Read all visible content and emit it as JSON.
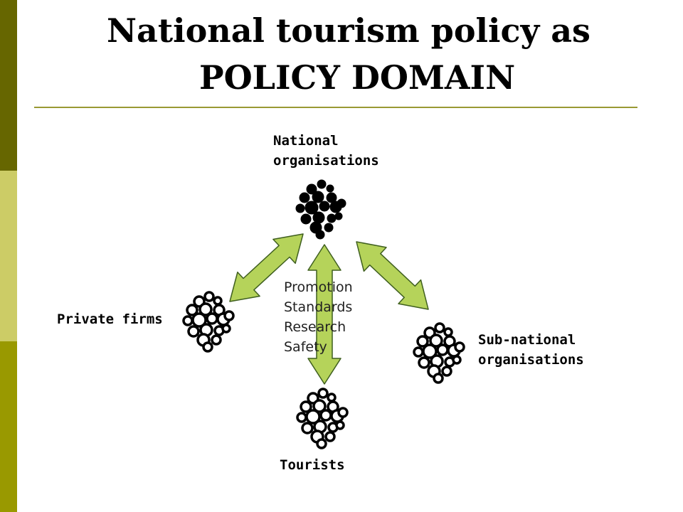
{
  "slide": {
    "title_line1": "National tourism policy as",
    "title_line2": "POLICY DOMAIN",
    "accent_colors": {
      "sidebar_top": "#666600",
      "sidebar_middle": "#cccc66",
      "sidebar_bottom": "#999900",
      "title_rule": "#999933",
      "arrow_fill": "#b5d35a",
      "arrow_stroke": "#3f5f1f"
    }
  },
  "nodes": {
    "national": {
      "label_line1": "National",
      "label_line2": "organisations",
      "icon": "cluster-filled-icon"
    },
    "private": {
      "label": "Private firms",
      "icon": "cluster-outline-icon"
    },
    "subnational": {
      "label_line1": "Sub-national",
      "label_line2": "organisations",
      "icon": "cluster-outline-icon"
    },
    "tourists": {
      "label": "Tourists",
      "icon": "cluster-outline-icon"
    }
  },
  "activities": [
    "Promotion",
    "Standards",
    "Research",
    "Safety"
  ]
}
